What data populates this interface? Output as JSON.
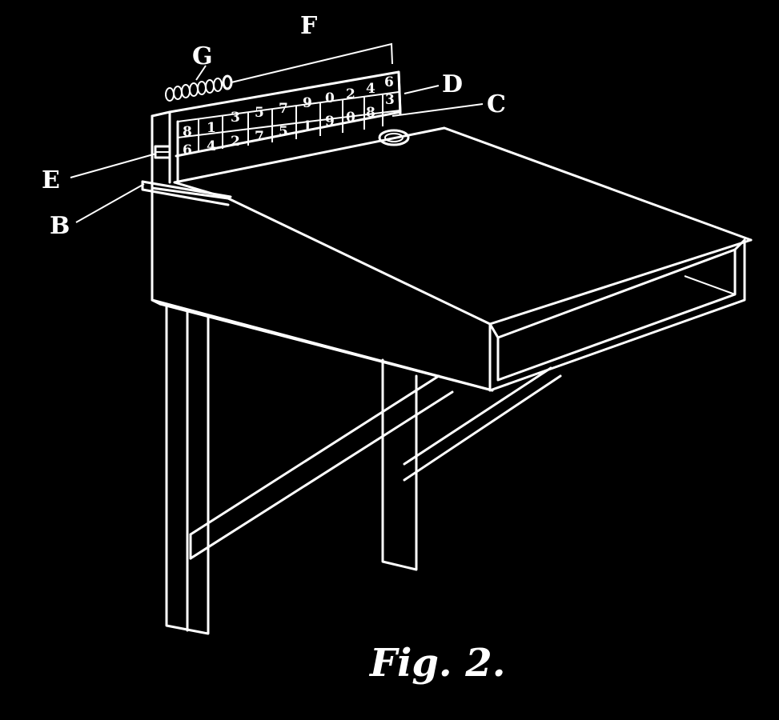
{
  "figure": {
    "caption": "Fig. 2.",
    "background_color": "#000000",
    "line_color": "#ffffff"
  },
  "labels": {
    "b": "B",
    "c": "C",
    "d": "D",
    "e": "E",
    "f": "F",
    "g": "G"
  },
  "counter": {
    "top_row": [
      "8",
      "1",
      "3",
      "5",
      "7",
      "9",
      "0",
      "2",
      "4",
      "6"
    ],
    "middle_row": [
      "6",
      "4",
      "2",
      "7",
      "5",
      "1",
      "9",
      "0",
      "8",
      "3"
    ]
  }
}
